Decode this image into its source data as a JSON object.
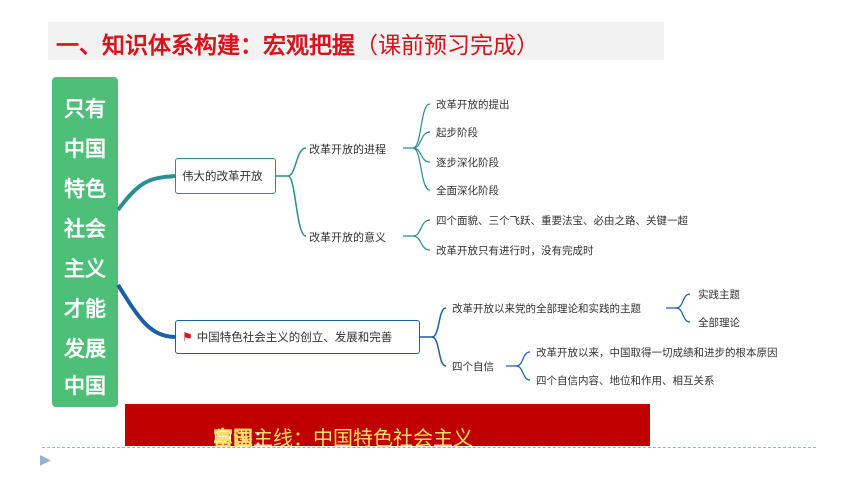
{
  "title": {
    "main": "一、知识体系构建：宏观把握",
    "sub": "（课前预习完成）"
  },
  "left_box": {
    "lines": [
      "只有",
      "中国",
      "特色",
      "社会",
      "主义",
      "才能",
      "发展",
      "中国"
    ]
  },
  "mindmap": {
    "branch1": {
      "label": "伟大的改革开放",
      "process": {
        "label": "改革开放的进程",
        "items": [
          "改革开放的提出",
          "起步阶段",
          "逐步深化阶段",
          "全面深化阶段"
        ]
      },
      "meaning": {
        "label": "改革开放的意义",
        "items": [
          "四个面貌、三个飞跃、重要法宝、必由之路、关键一超",
          "改革开放只有进行时，没有完成时"
        ]
      }
    },
    "branch2": {
      "label": "中国特色社会主义的创立、发展和完善",
      "theme": {
        "label": "改革开放以来党的全部理论和实践的主题",
        "items": [
          "实践主题",
          "全部理论"
        ]
      },
      "confidence": {
        "label": "四个自信",
        "items": [
          "改革开放以来，中国取得一切成绩和进步的根本原因",
          "四个自信内容、地位和作用、相互关系"
        ]
      }
    }
  },
  "banner": {
    "part1": "本课主线：中国特色社会主义",
    "part2": "与",
    "part3": "中国：",
    "part4": "富国"
  },
  "colors": {
    "accent_red": "#d8131b",
    "green": "#4dbf78",
    "line_teal": "#2a8f8f",
    "line_blue": "#1a5fa8"
  }
}
